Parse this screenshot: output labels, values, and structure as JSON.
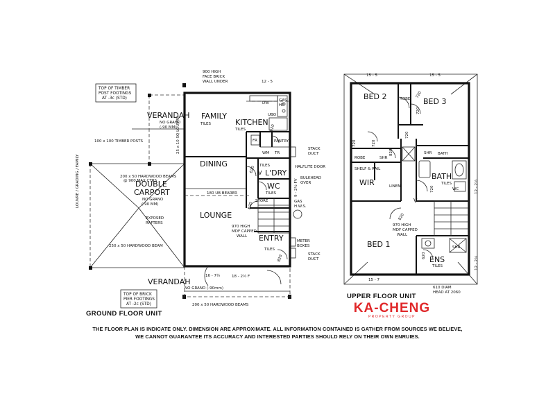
{
  "colors": {
    "ink": "#111111",
    "brand": "#e0282a",
    "paper": "#ffffff"
  },
  "ground_floor": {
    "title": "GROUND FLOOR  UNIT",
    "note_timber_footings": [
      "TOP OF TIMBER",
      "POST FOOTINGS",
      "AT -3c (STD)"
    ],
    "note_brick_footings": [
      "TOP OF BRICK",
      "PIER FOOTINGS",
      "AT -2c (STD)"
    ],
    "rooms": {
      "family": "FAMILY",
      "family_finish": "TILES",
      "kitchen": "KITCHEN",
      "kitchen_finish": "TILES",
      "dining": "DINING",
      "lounge": "LOUNGE",
      "laundry": "L'DRY",
      "laundry_finish": "TILES",
      "wc": "WC",
      "wc_finish": "TILES",
      "entry": "ENTRY",
      "entry_finish": "TILES",
      "verandah": "VERANDAH",
      "verandah_finish": [
        "NO GRANO",
        "(-90 MM)"
      ],
      "verandah_front": "VERANDAH",
      "verandah_front_finish": "NO GRANO (-90mm)",
      "carport": [
        "DOUBLE",
        "CARPORT"
      ],
      "carport_finish": [
        "NO GRANO",
        "(-90 MM)"
      ]
    },
    "notes": {
      "face_brick": [
        "900 HIGH",
        "FACE BRICK",
        "WALL UNDER"
      ],
      "dim_top": "12 - 5",
      "timber_posts": "100 x 100 TIMBER POSTS",
      "hardwood_beams": [
        "200 x 50 HARDWOOD BEAMS",
        "@ 900 MAX CTRS"
      ],
      "exposed_rafters": [
        "EXPOSED",
        "RAFTERS"
      ],
      "hardwood_beam": "250 x 50 HARDWOOD BEAM",
      "hardwood_beams_front": "200 x 50 HARDWOOD BEAMS",
      "ub_bearer": "180 UB BEARER",
      "store": "STORE",
      "gas_hws": [
        "GAS",
        "H.W.S."
      ],
      "mdf_wall": [
        "970 HIGH",
        "MDF CAPPED",
        "WALL"
      ],
      "meter_boxes": [
        "METER",
        "BOXES"
      ],
      "stack_duct": [
        "STACK",
        "DUCT"
      ],
      "stack_duct2": [
        "STACK",
        "DUCT"
      ],
      "halflite": "HALFLITE DOOR",
      "bulkhead": [
        "BULKHEAD",
        "OVER"
      ],
      "pantry": "PANTRY",
      "fr": "FR",
      "wm": "WM",
      "tr": "TR",
      "ubo": "UBO",
      "gas_hp": [
        "GAS",
        "HP"
      ],
      "dw": "DW",
      "dim_front_a": "16 - 7½",
      "dim_front_b": "18 - 2½ F",
      "dim_side": "9 - 2½ FV",
      "side_label": "LOUVRE / GRADING / FAMILY",
      "brick_wall_note": "25 x 10 SQ LOUVRE",
      "door_820": "820",
      "door_620": "620",
      "door_720": "720"
    }
  },
  "upper_floor": {
    "title": "UPPER FLOOR  UNIT",
    "rooms": {
      "bed1": "BED 1",
      "bed2": "BED 2",
      "bed3": "BED 3",
      "bath": "BATH",
      "wir": "WIR",
      "ens": "ENS",
      "ens_finish": "TILES",
      "wc": "WC",
      "robe": "ROBE",
      "robe2": "ROBE",
      "linen": "LINEN",
      "shr": "SHR",
      "shr2": "SHR",
      "shr3": "SHR",
      "shelf_rail": "SHELF & RAIL",
      "tiles": "TILES"
    },
    "notes": {
      "dim_top_a": "15 - 5",
      "dim_top_b": "15 - 5",
      "dim_bottom": "15 - 7",
      "dim_right_a": "12 - 2½",
      "dim_right_b": "12 - 2½",
      "mdf_wall": [
        "970 HIGH",
        "MDF CAPPED",
        "WALL"
      ],
      "window_note": [
        "610 DIAM",
        "HEAD AT 2060"
      ],
      "door_720": "720",
      "door_820": "820",
      "door_620": "620"
    }
  },
  "brand": {
    "name": "KA-CHENG",
    "tagline": "PROPERTY GROUP"
  },
  "disclaimer": [
    "THE FLOOR PLAN IS INDICATE ONLY. DIMENSION ARE APPROXIMATE. ALL INFORMATION CONTAINED IS GATHER FROM SOURCES WE BELIEVE,",
    "WE CANNOT GUARANTEE ITS ACCURACY AND INTERESTED PARTIES SHOULD RELY ON THEIR OWN ENRUIES."
  ]
}
